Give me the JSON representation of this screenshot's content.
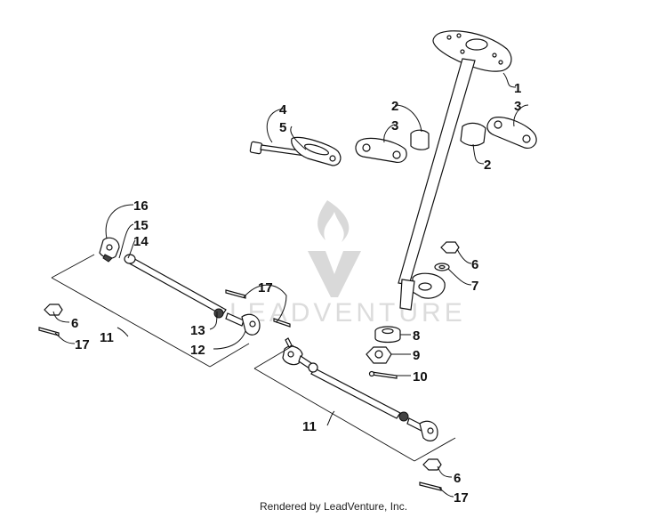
{
  "callouts": {
    "c1": "1",
    "c2a": "2",
    "c2b": "2",
    "c3a": "3",
    "c3b": "3",
    "c4": "4",
    "c5": "5",
    "c6a": "6",
    "c6b": "6",
    "c6c": "6",
    "c7": "7",
    "c8": "8",
    "c9": "9",
    "c10": "10",
    "c11a": "11",
    "c11b": "11",
    "c12": "12",
    "c13": "13",
    "c14": "14",
    "c15": "15",
    "c16": "16",
    "c17a": "17",
    "c17b": "17",
    "c17c": "17"
  },
  "watermark": "LEADVENTURE",
  "footer": "Rendered by LeadVenture, Inc."
}
